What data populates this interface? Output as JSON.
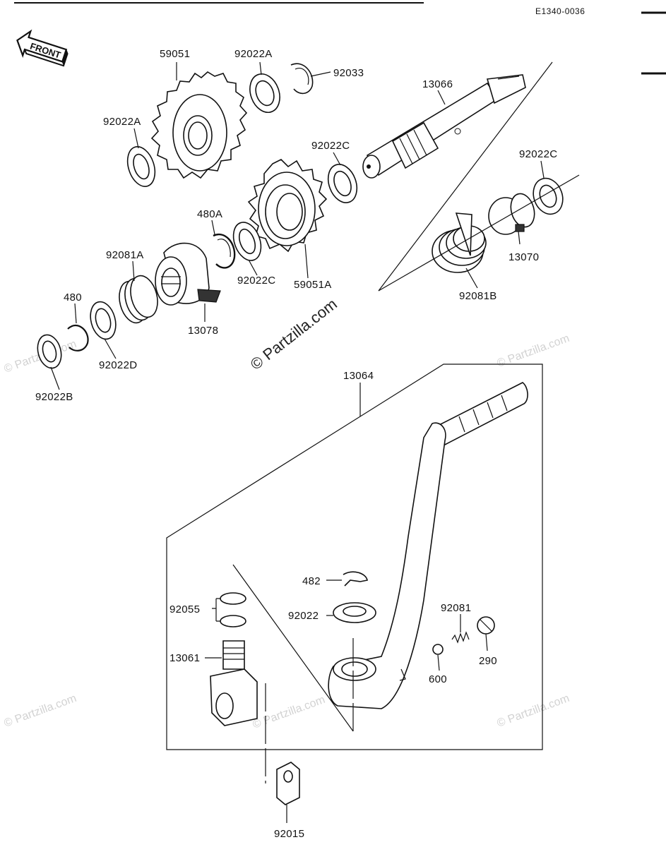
{
  "diagram": {
    "code": "E1340-0036",
    "front_label": "FRONT",
    "watermark_main": "© Partzilla.com",
    "watermark_small": "© Partzilla.com",
    "parts": [
      {
        "id": "p59051",
        "label": "59051"
      },
      {
        "id": "p92022A_top",
        "label": "92022A"
      },
      {
        "id": "p92033",
        "label": "92033"
      },
      {
        "id": "p13066",
        "label": "13066"
      },
      {
        "id": "p92022A_left",
        "label": "92022A"
      },
      {
        "id": "p92022C_mid",
        "label": "92022C"
      },
      {
        "id": "p92022C_right",
        "label": "92022C"
      },
      {
        "id": "p480A",
        "label": "480A"
      },
      {
        "id": "p92081A",
        "label": "92081A"
      },
      {
        "id": "p13070",
        "label": "13070"
      },
      {
        "id": "p92022C_low",
        "label": "92022C"
      },
      {
        "id": "p59051A",
        "label": "59051A"
      },
      {
        "id": "p480",
        "label": "480"
      },
      {
        "id": "p92081B",
        "label": "92081B"
      },
      {
        "id": "p13078",
        "label": "13078"
      },
      {
        "id": "p92022D",
        "label": "92022D"
      },
      {
        "id": "p92022B",
        "label": "92022B"
      },
      {
        "id": "p13064",
        "label": "13064"
      },
      {
        "id": "p482",
        "label": "482"
      },
      {
        "id": "p92022",
        "label": "92022"
      },
      {
        "id": "p92055",
        "label": "92055"
      },
      {
        "id": "p92081",
        "label": "92081"
      },
      {
        "id": "p13061",
        "label": "13061"
      },
      {
        "id": "p290",
        "label": "290"
      },
      {
        "id": "p600",
        "label": "600"
      },
      {
        "id": "p92015",
        "label": "92015"
      }
    ]
  }
}
